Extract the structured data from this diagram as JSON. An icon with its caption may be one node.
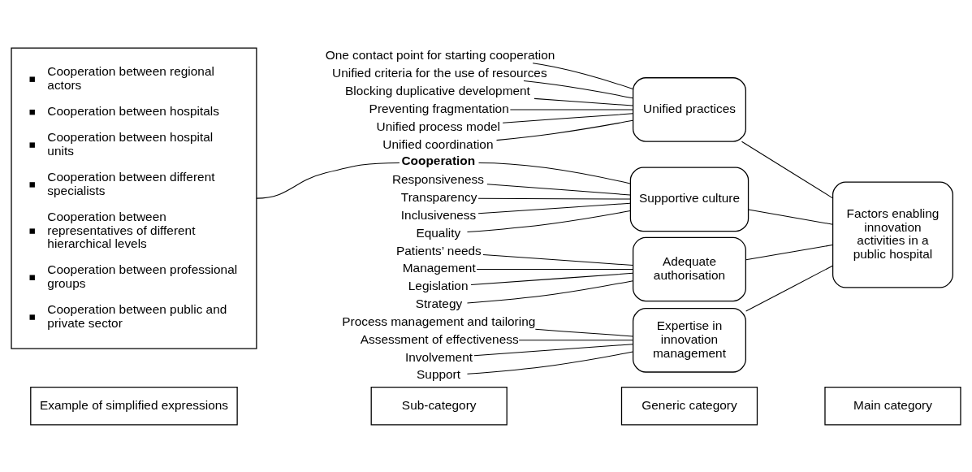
{
  "diagram": {
    "nodes": [
      {
        "text": [
          "Example of simplified expressions"
        ]
      },
      {
        "text": [
          "Sub-category"
        ]
      },
      {
        "text": [
          "Generic category"
        ]
      },
      {
        "text": [
          "Main category"
        ]
      },
      {
        "text": [
          "Cooperation between regional actors",
          "Cooperation between hospitals",
          "Cooperation between hospital units",
          "Cooperation between different specialists",
          "Cooperation between representatives of different hierarchical levels",
          "Cooperation between professional groups",
          "Cooperation between public and private sector"
        ]
      },
      {
        "text": [
          "One contact point for starting cooperation"
        ]
      },
      {
        "text": [
          "Unified criteria for the use of resources"
        ]
      },
      {
        "text": [
          "Blocking duplicative development"
        ]
      },
      {
        "text": [
          "Preventing fragmentation"
        ]
      },
      {
        "text": [
          "Unified process model"
        ]
      },
      {
        "text": [
          "Unified coordination"
        ]
      },
      {
        "text": [
          "Unified practices"
        ]
      },
      {
        "text": [
          "Patients’ needs"
        ]
      },
      {
        "text": [
          "Management"
        ]
      },
      {
        "text": [
          "Legislation"
        ]
      },
      {
        "text": [
          "Strategy"
        ]
      },
      {
        "text": [
          "Adequate authorisation"
        ]
      },
      {
        "text": [
          "Responsiveness"
        ]
      },
      {
        "text": [
          "Transparency"
        ]
      },
      {
        "text": [
          "Inclusiveness"
        ]
      },
      {
        "text": [
          "Cooperation"
        ]
      },
      {
        "text": [
          "Equality"
        ]
      },
      {
        "text": [
          "Supportive culture"
        ]
      },
      {
        "text": [
          "Process management and tailoring"
        ]
      },
      {
        "text": [
          "Assessment of effectiveness"
        ]
      },
      {
        "text": [
          "Involvement"
        ]
      },
      {
        "text": [
          "Support"
        ]
      },
      {
        "text": [
          "Expertise in innovation management"
        ]
      },
      {
        "text": [
          "Factors enabling innovation activities in a public hospital"
        ]
      }
    ],
    "edges": [
      {
        "from": 5,
        "to": 11,
        "arrow": "none"
      },
      {
        "from": 6,
        "to": 11,
        "arrow": "none"
      },
      {
        "from": 7,
        "to": 11,
        "arrow": "none"
      },
      {
        "from": 8,
        "to": 11,
        "arrow": "none"
      },
      {
        "from": 9,
        "to": 11,
        "arrow": "none"
      },
      {
        "from": 10,
        "to": 11,
        "arrow": "none"
      },
      {
        "from": 12,
        "to": 16,
        "arrow": "none"
      },
      {
        "from": 13,
        "to": 16,
        "arrow": "none"
      },
      {
        "from": 14,
        "to": 16,
        "arrow": "none"
      },
      {
        "from": 15,
        "to": 16,
        "arrow": "none"
      },
      {
        "from": 17,
        "to": 22,
        "arrow": "none"
      },
      {
        "from": 18,
        "to": 22,
        "arrow": "none"
      },
      {
        "from": 19,
        "to": 22,
        "arrow": "none"
      },
      {
        "from": 20,
        "to": 22,
        "arrow": "none"
      },
      {
        "from": 21,
        "to": 22,
        "arrow": "none"
      },
      {
        "from": 23,
        "to": 27,
        "arrow": "none"
      },
      {
        "from": 24,
        "to": 27,
        "arrow": "none"
      },
      {
        "from": 25,
        "to": 27,
        "arrow": "none"
      },
      {
        "from": 26,
        "to": 27,
        "arrow": "none"
      },
      {
        "from": 11,
        "to": 28,
        "arrow": "none"
      },
      {
        "from": 16,
        "to": 28,
        "arrow": "none"
      },
      {
        "from": 22,
        "to": 28,
        "arrow": "none"
      },
      {
        "from": 27,
        "to": 28,
        "arrow": "none"
      },
      {
        "from": 4,
        "to": 20,
        "arrow": "none"
      }
    ]
  }
}
